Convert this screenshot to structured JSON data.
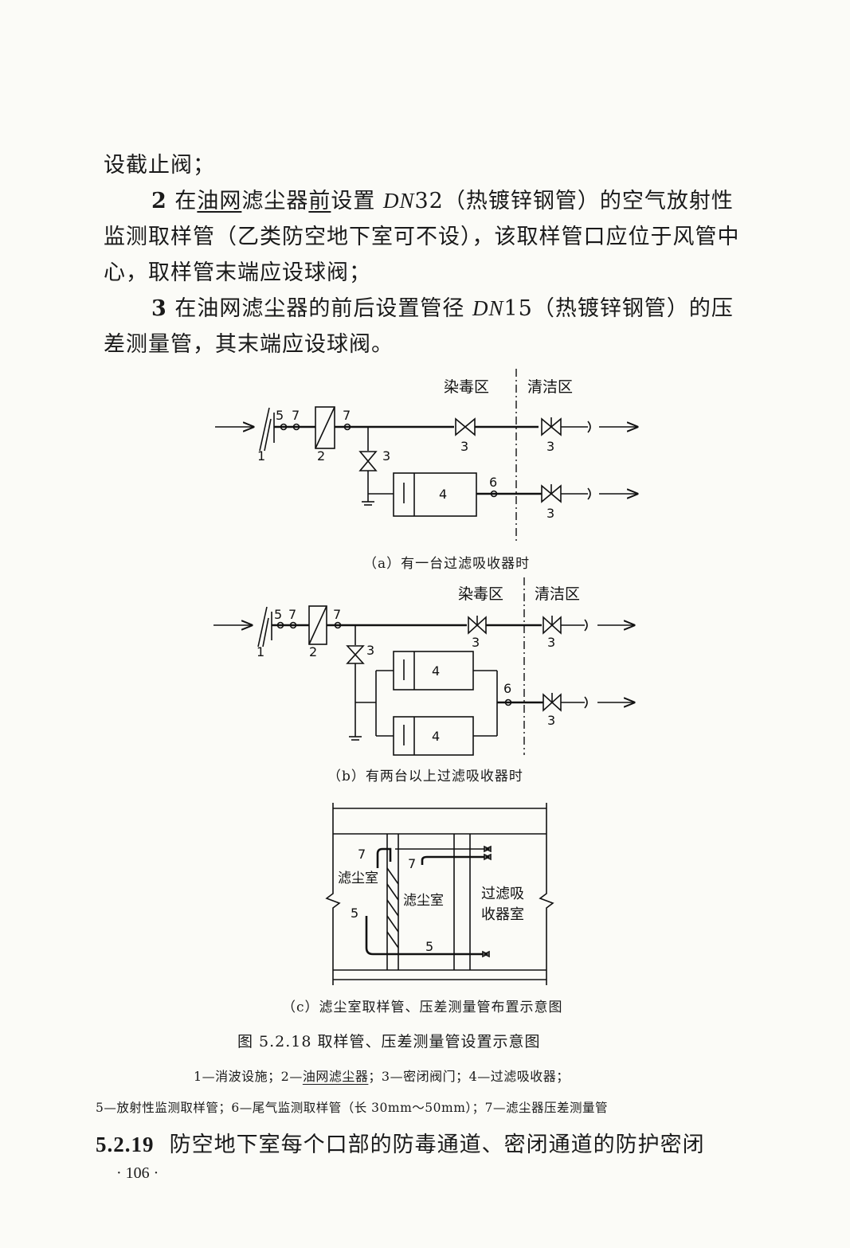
{
  "text": {
    "line1": "设截止阀；",
    "item2_num": "2",
    "item2_a": "在",
    "item2_ul1": "油网",
    "item2_b": "滤尘器",
    "item2_ul2": "前",
    "item2_c": "设置 ",
    "item2_dn": "DN",
    "item2_d": "32（热镀锌钢管）的空气放射性",
    "item2_line2": "监测取样管（乙类防空地下室可不设），该取样管口应位于风管中",
    "item2_line3": "心，取样管末端应设球阀；",
    "item3_num": "3",
    "item3_a": "在油网滤尘器的前后设置管径 ",
    "item3_dn": "DN",
    "item3_b": "15（热镀锌钢管）的压",
    "item3_line2": "差测量管，其末端应设球阀。"
  },
  "figure_a": {
    "zone_contaminated": "染毒区",
    "zone_clean": "清洁区",
    "caption": "（a）有一台过滤吸收器时",
    "labels": [
      "1",
      "5",
      "7",
      "2",
      "7",
      "3",
      "3",
      "3",
      "4",
      "6",
      "3"
    ]
  },
  "figure_b": {
    "zone_contaminated": "染毒区",
    "zone_clean": "清洁区",
    "caption": "（b）有两台以上过滤吸收器时",
    "labels": [
      "1",
      "5",
      "7",
      "2",
      "7",
      "3",
      "3",
      "3",
      "4",
      "4",
      "6",
      "3"
    ]
  },
  "figure_c": {
    "room_dust_left": "滤尘室",
    "room_dust_mid": "滤尘室",
    "room_filter_1": "过滤吸",
    "room_filter_2": "收器室",
    "labels": [
      "7",
      "7",
      "5",
      "5"
    ],
    "caption": "（c）滤尘室取样管、压差测量管布置示意图"
  },
  "figure_title": "图 5.2.18   取样管、压差测量管设置示意图",
  "legend": {
    "line1_a": "1—消波设施；2—",
    "line1_ul": "油网滤尘器",
    "line1_b": "；3—密闭阀门；4—过滤吸收器；",
    "line2": "5—放射性监测取样管；6—尾气监测取样管（长 30mm～50mm）；7—滤尘器压差测量管"
  },
  "section": {
    "number": "5.2.19",
    "text": "防空地下室每个口部的防毒通道、密闭通道的防护密闭"
  },
  "page_number": "· 106 ·"
}
